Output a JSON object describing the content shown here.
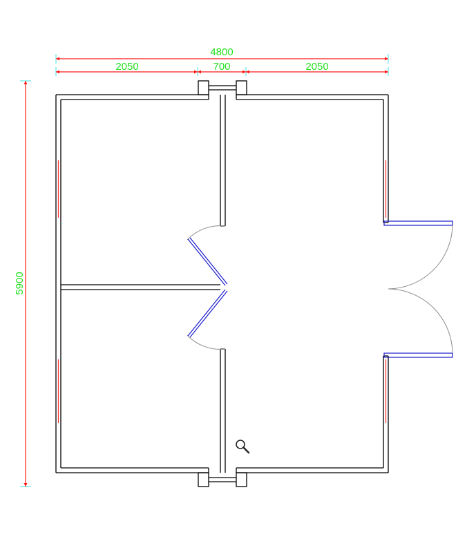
{
  "drawing": {
    "dimensions": {
      "overall_width": "4800",
      "left_segment": "2050",
      "middle_segment": "700",
      "right_segment": "2050",
      "overall_height": "5900"
    },
    "colors": {
      "dimension_text": "#22e01e",
      "dimension_line": "#ff1a1a",
      "wall": "#000000",
      "window": "#ff3030",
      "door_leaf": "#1a1acc",
      "door_swing": "#8c8c8c"
    },
    "icons": {
      "zoom": "magnifier-icon"
    }
  }
}
